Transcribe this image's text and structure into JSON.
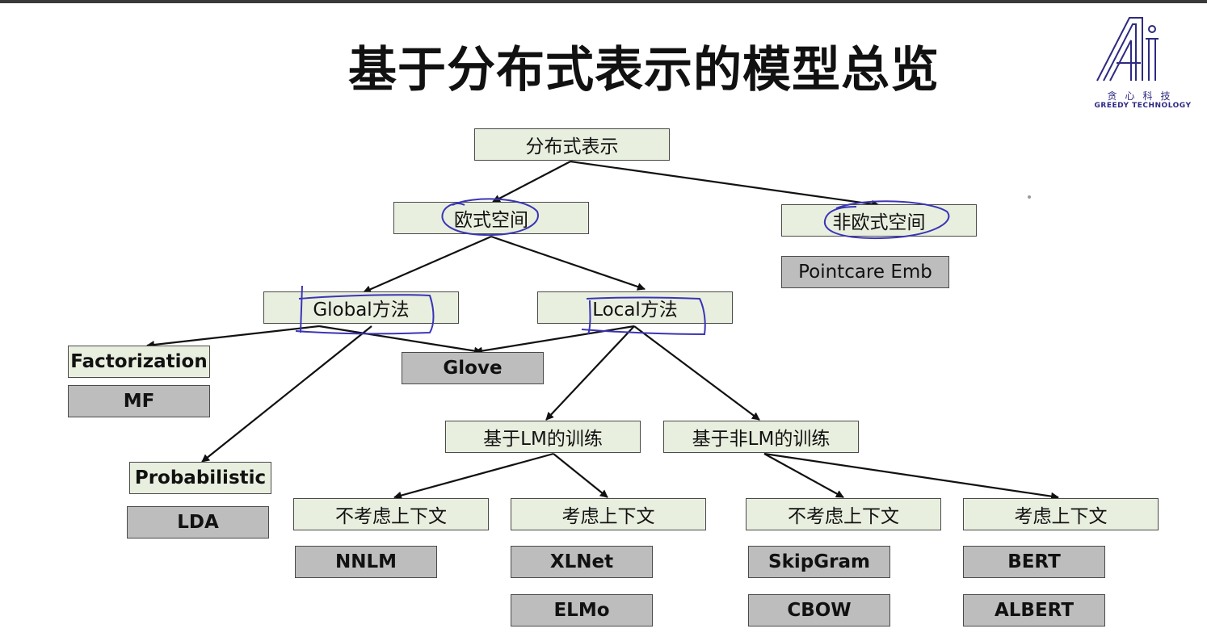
{
  "title": "基于分布式表示的模型总览",
  "logo": {
    "chinese": "贪心科技",
    "english": "GREEDY TECHNOLOGY",
    "color": "#2d2a82"
  },
  "colors": {
    "green_box": "#e9efdf",
    "gray_box": "#bdbdbd",
    "annotation": "#3a35b5"
  },
  "nodes": {
    "root": "分布式表示",
    "euclidean": "欧式空间",
    "non_euclidean": "非欧式空间",
    "pointcare": "Pointcare Emb",
    "global": "Global方法",
    "local": "Local方法",
    "factorization": "Factorization",
    "mf": "MF",
    "glove": "Glove",
    "probabilistic": "Probabilistic",
    "lda": "LDA",
    "lm_training": "基于LM的训练",
    "non_lm_training": "基于非LM的训练",
    "lm_no_context": "不考虑上下文",
    "lm_context": "考虑上下文",
    "nonlm_no_context": "不考虑上下文",
    "nonlm_context": "考虑上下文",
    "nnlm": "NNLM",
    "xlnet": "XLNet",
    "elmo": "ELMo",
    "skipgram": "SkipGram",
    "cbow": "CBOW",
    "bert": "BERT",
    "albert": "ALBERT"
  }
}
